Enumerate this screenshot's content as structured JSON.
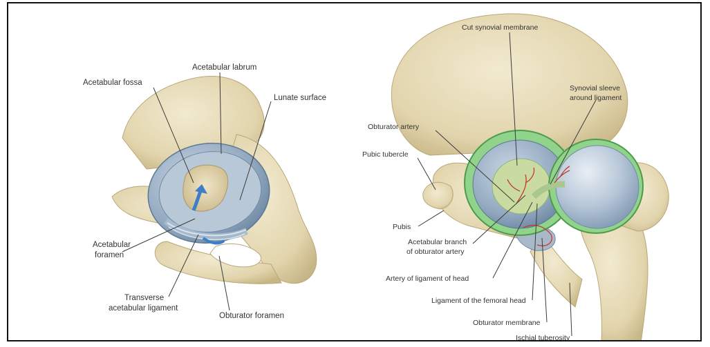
{
  "left_panel": {
    "labels": {
      "acetabular_labrum": "Acetabular labrum",
      "acetabular_fossa": "Acetabular fossa",
      "lunate_surface": "Lunate surface",
      "acetabular_foramen_1": "Acetabular",
      "acetabular_foramen_2": "foramen",
      "transverse_1": "Transverse",
      "transverse_2": "acetabular ligament",
      "obturator_foramen": "Obturator foramen"
    }
  },
  "right_panel": {
    "labels": {
      "cut_synovial": "Cut synovial membrane",
      "synovial_sleeve_1": "Synovial sleeve",
      "synovial_sleeve_2": "around ligament",
      "obturator_artery": "Obturator artery",
      "pubic_tubercle": "Pubic tubercle",
      "pubis": "Pubis",
      "acetabular_branch_1": "Acetabular branch",
      "acetabular_branch_2": "of obturator artery",
      "artery_lig_head": "Artery of ligament of head",
      "ligament_femoral_head": "Ligament of the femoral head",
      "obturator_membrane": "Obturator membrane",
      "ischial_tuberosity": "Ischial tuberosity"
    }
  },
  "colors": {
    "bone": "#e7dcb8",
    "bone_shadow": "#c9b98c",
    "cartilage": "#9fb3c8",
    "cartilage_dark": "#6f8aa6",
    "synovial": "#8fd48a",
    "artery": "#c43a2e"
  }
}
